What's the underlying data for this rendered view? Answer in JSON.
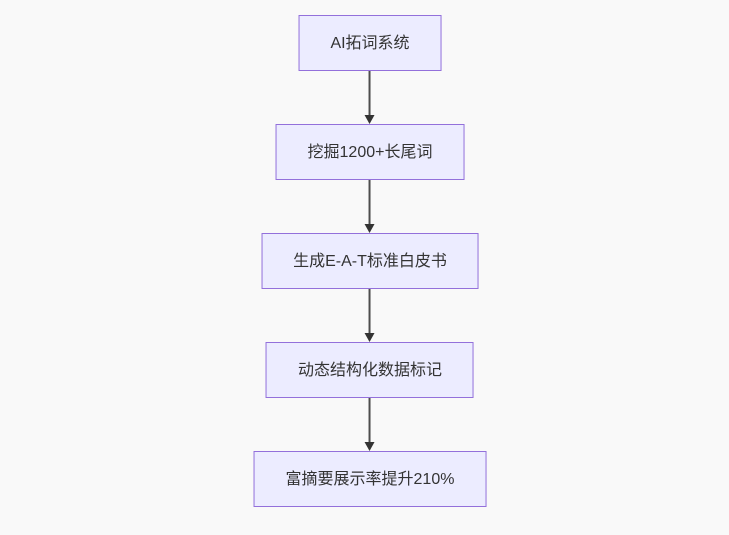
{
  "diagram": {
    "type": "flowchart-vertical",
    "nodes": [
      {
        "id": "A",
        "label": "AI拓词系统"
      },
      {
        "id": "B",
        "label": "挖掘1200+长尾词"
      },
      {
        "id": "C",
        "label": "生成E-A-T标准白皮书"
      },
      {
        "id": "D",
        "label": "动态结构化数据标记"
      },
      {
        "id": "E",
        "label": "富摘要展示率提升210%"
      }
    ],
    "edges": [
      {
        "from": "A",
        "to": "B"
      },
      {
        "from": "B",
        "to": "C"
      },
      {
        "from": "C",
        "to": "D"
      },
      {
        "from": "D",
        "to": "E"
      }
    ],
    "colors": {
      "background": "#f9f9f9",
      "node_fill": "#ECECFF",
      "node_border": "#9370DB",
      "node_text": "#333333",
      "arrow": "#333333"
    }
  }
}
